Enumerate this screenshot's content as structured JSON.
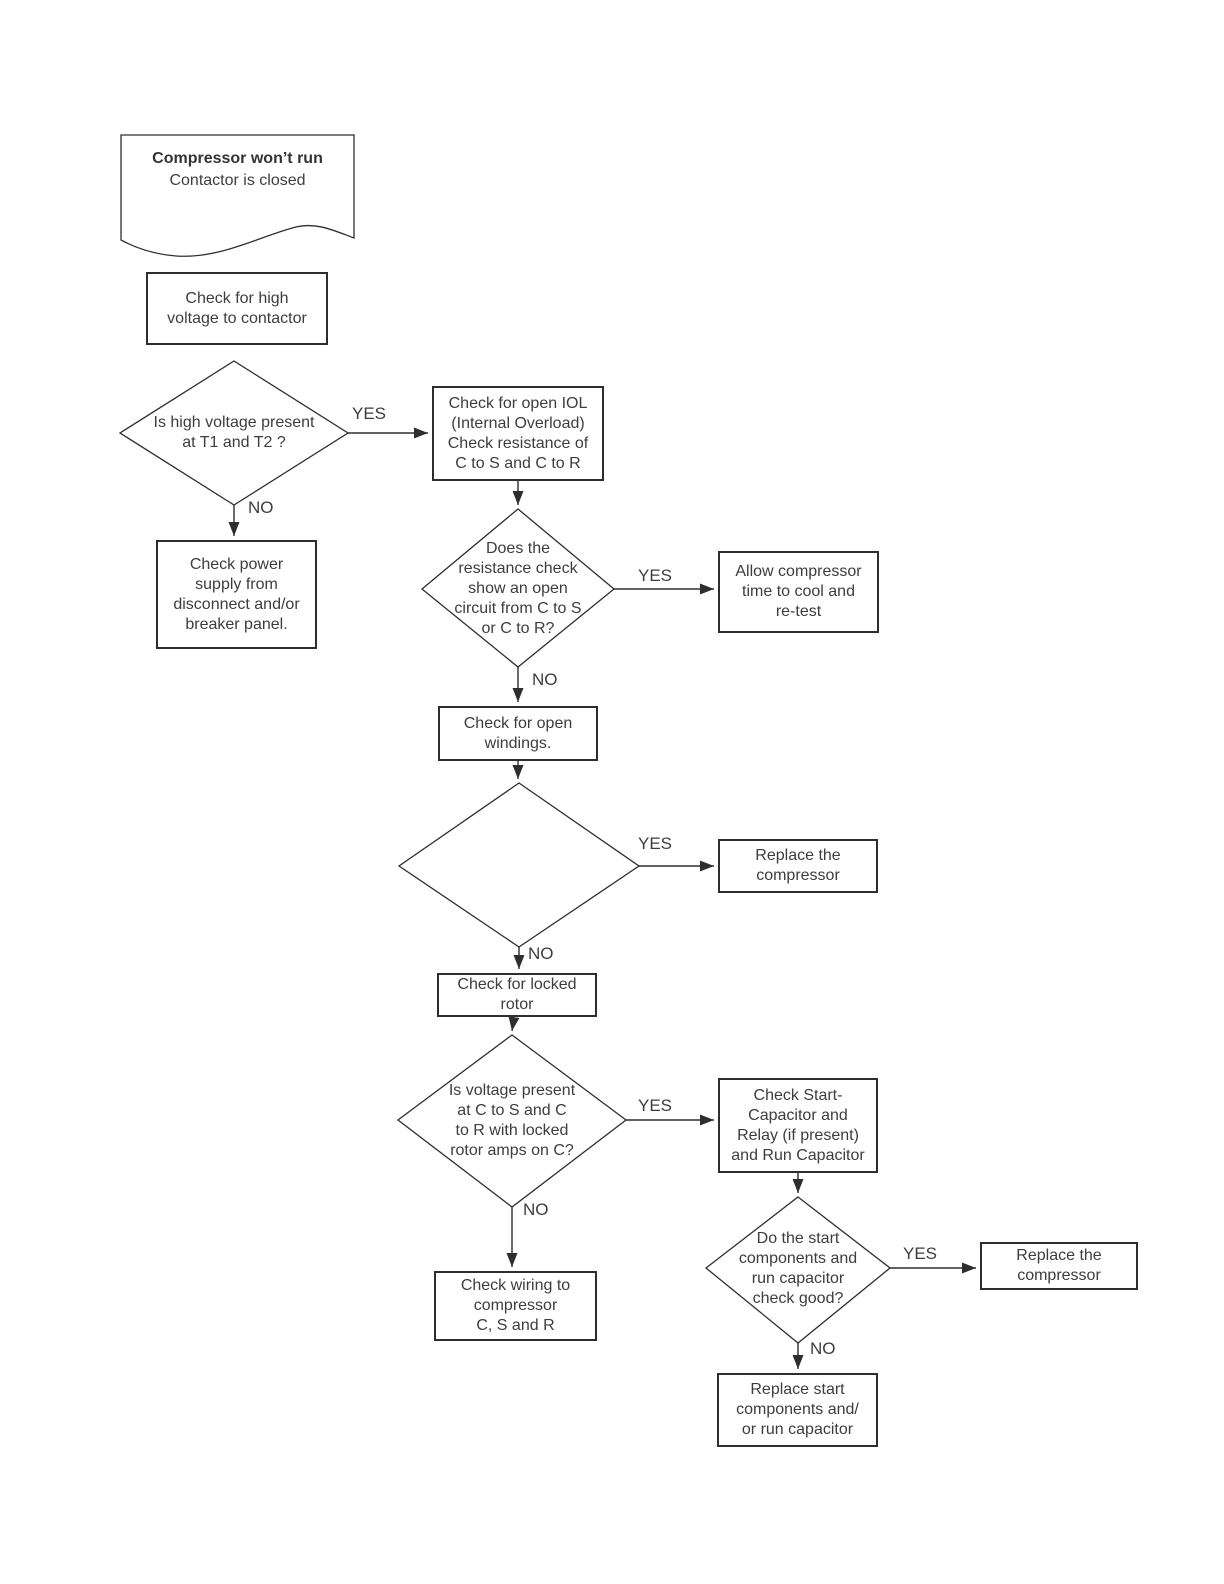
{
  "page": {
    "background_color": "#ffffff",
    "line_color": "#2e2e2e",
    "text_color": "#3d3d3d"
  },
  "nodes": {
    "start_document": {
      "title": "Compressor won’t run",
      "subtitle": "Contactor is closed"
    },
    "check_high_voltage": {
      "lines": [
        "Check for high",
        "voltage to contactor"
      ]
    },
    "q_high_voltage": {
      "lines": [
        "Is high voltage present",
        "at T1 and T2 ?"
      ]
    },
    "check_open_iol": {
      "lines": [
        "Check for open IOL",
        "(Internal Overload)",
        "Check resistance of",
        "C to S and C to R"
      ]
    },
    "check_power_supply": {
      "lines": [
        "Check power",
        "supply from",
        "disconnect and/or",
        "breaker panel."
      ]
    },
    "q_resistance_open": {
      "lines": [
        "Does the",
        "resistance check",
        "show an open",
        "circuit from C to S",
        "or C to R?"
      ]
    },
    "allow_cool_retest": {
      "lines": [
        "Allow compressor",
        "time to cool and",
        "re-test"
      ]
    },
    "check_open_windings": {
      "lines": [
        "Check for open",
        "windings."
      ]
    },
    "q_blank": {
      "lines": []
    },
    "replace_compressor_1": {
      "lines": [
        "Replace the",
        "compressor"
      ]
    },
    "check_locked_rotor": {
      "lines": [
        "Check for locked",
        "rotor"
      ]
    },
    "q_voltage_locked_rotor": {
      "lines": [
        "Is voltage present",
        "at C to S and C",
        "to R with locked",
        "rotor amps on C?"
      ]
    },
    "check_start_components": {
      "lines": [
        "Check Start-",
        "Capacitor and",
        "Relay (if present)",
        "and Run Capacitor"
      ]
    },
    "check_wiring": {
      "lines": [
        "Check wiring to",
        "compressor",
        "C, S and R"
      ]
    },
    "q_start_components_good": {
      "lines": [
        "Do the start",
        "components and",
        "run capacitor",
        "check good?"
      ]
    },
    "replace_compressor_2": {
      "lines": [
        "Replace the",
        "compressor"
      ]
    },
    "replace_start_components": {
      "lines": [
        "Replace start",
        "components and/",
        "or run capacitor"
      ]
    }
  },
  "edges": {
    "q_high_voltage_yes": "YES",
    "q_high_voltage_no": "NO",
    "q_resistance_open_yes": "YES",
    "q_resistance_open_no": "NO",
    "q_blank_yes": "YES",
    "q_blank_no": "NO",
    "q_voltage_locked_rotor_yes": "YES",
    "q_voltage_locked_rotor_no": "NO",
    "q_start_components_good_yes": "YES",
    "q_start_components_good_no": "NO"
  }
}
